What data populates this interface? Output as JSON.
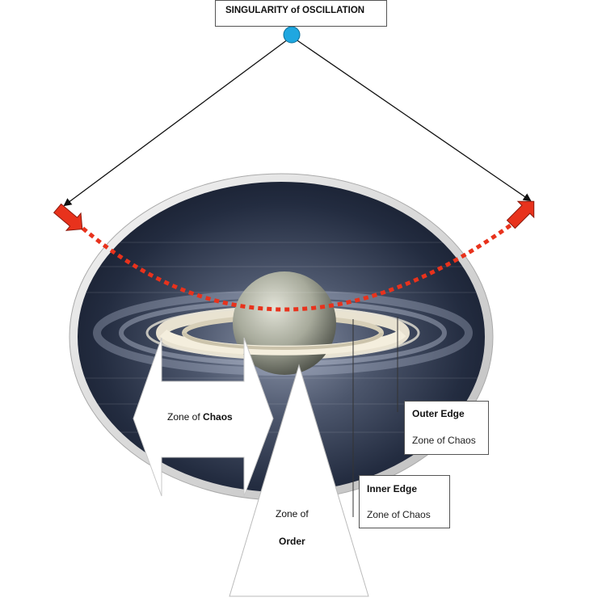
{
  "title": "SINGULARITY of OSCILLATION",
  "chaos_arrow": {
    "prefix": "Zone of ",
    "emphasis": "Chaos"
  },
  "order_cone": {
    "line1": "Zone of",
    "line2": "Order"
  },
  "outer_edge": {
    "title": "Outer Edge",
    "subtitle": "Zone of Chaos"
  },
  "inner_edge": {
    "title": "Inner Edge",
    "subtitle": "Zone of Chaos"
  },
  "colors": {
    "singularity_dot": "#1fa7e0",
    "swing_path": "#e8321c",
    "pendulum_arrow": "#e8321c",
    "frame": "#d9d9d9",
    "space": "#1c2436"
  }
}
